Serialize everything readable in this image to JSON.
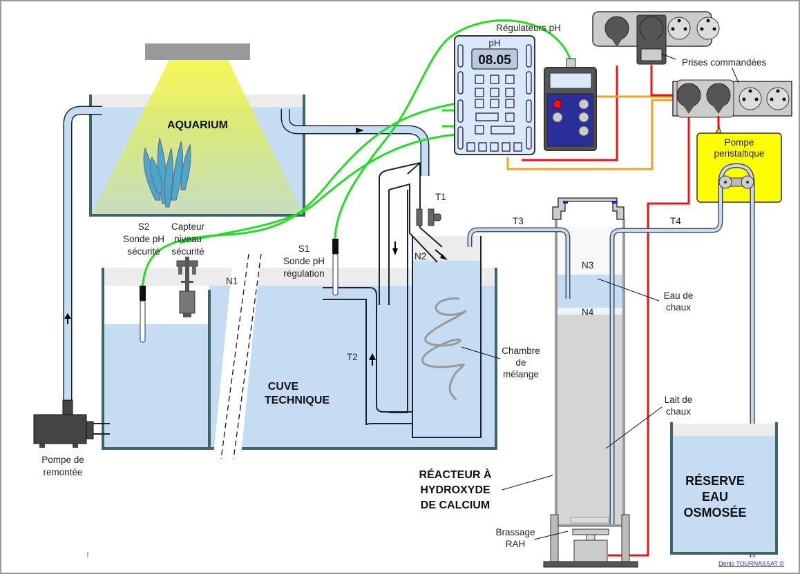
{
  "labels": {
    "aquarium": "AQUARIUM",
    "cuve_line1": "CUVE",
    "cuve_line2": "TECHNIQUE",
    "reactor_line1": "RÉACTEUR À",
    "reactor_line2": "HYDROXYDE",
    "reactor_line3": "DE CALCIUM",
    "reserve_line1": "RÉSERVE",
    "reserve_line2": "EAU",
    "reserve_line3": "OSMOSÉE",
    "regulateurs": "Régulateurs pH",
    "ph_label": "pH",
    "ph_value": "08.05",
    "prises": "Prises commandées",
    "pompe_peri_1": "Pompe",
    "pompe_peri_2": "peristaltique",
    "s2_1": "S2",
    "s2_2": "Sonde pH",
    "s2_3": "sécurité",
    "capteur_1": "Capteur",
    "capteur_2": "niveau",
    "capteur_3": "sécurité",
    "s1_1": "S1",
    "s1_2": "Sonde pH",
    "s1_3": "régulation",
    "n1": "N1",
    "n2": "N2",
    "n3": "N3",
    "n4": "N4",
    "t1": "T1",
    "t2": "T2",
    "t3": "T3",
    "t4": "T4",
    "chambre_1": "Chambre",
    "chambre_2": "de",
    "chambre_3": "mélange",
    "eau_chaux_1": "Eau de",
    "eau_chaux_2": "chaux",
    "lait_chaux_1": "Lait de",
    "lait_chaux_2": "chaux",
    "brassage_1": "Brassage",
    "brassage_2": "RAH",
    "pompe_rem_1": "Pompe de",
    "pompe_rem_2": "remontée"
  },
  "credit": "Denis TOURNASSAT ©",
  "colors": {
    "water": "#c5dcf2",
    "probe_cable": "#22dd22",
    "power_cable": "#ee1111",
    "control_cable": "#f4a21e",
    "peristaltic_pump": "#ffff00",
    "tank_wall": "#3d6469"
  }
}
